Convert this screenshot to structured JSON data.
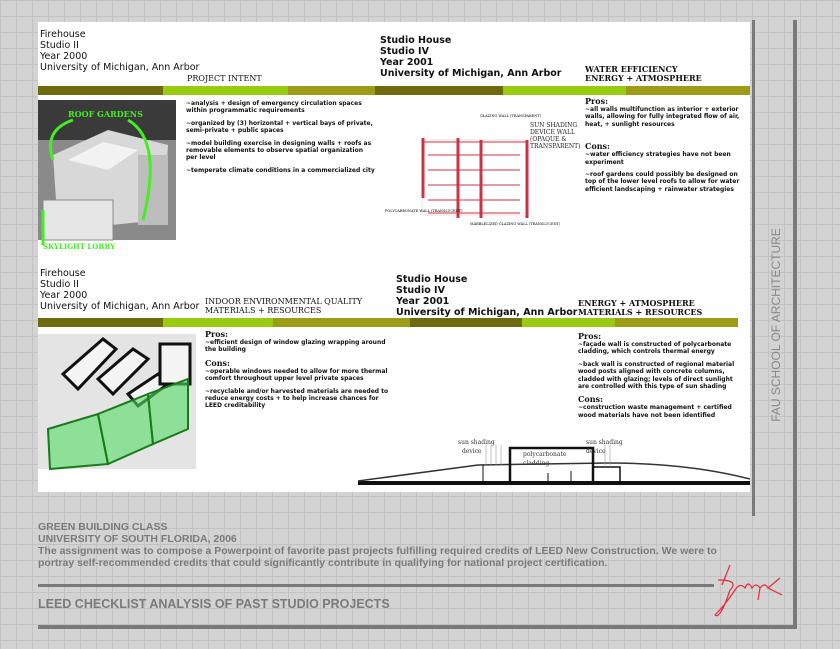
{
  "projects": [
    {
      "name": "Firehouse",
      "studio": "Studio II",
      "year": "Year 2000",
      "school": "University of Michigan, Ann Arbor"
    },
    {
      "name": "Studio House",
      "studio": "Studio IV",
      "year": "Year 2001",
      "school": "University of Michigan, Ann Arbor"
    }
  ],
  "panel1": {
    "heading": "PROJECT INTENT",
    "items": [
      "~analysis + design of emergency circulation spaces within programmatic requirements",
      "~organized by (3) horizontal + vertical bays of private, semi-private + public spaces",
      "~model building exercise in designing walls + roofs as removable elements to observe spatial organization per level",
      "~temperate climate conditions in a commercialized city"
    ],
    "image_labels": {
      "top": "ROOF GARDENS",
      "bottom": "SKYLIGHT LOBBY"
    }
  },
  "panel2": {
    "heading1": "WATER EFFICIENCY",
    "heading2": "ENERGY + ATMOSPHERE",
    "pros_label": "Pros:",
    "pros": "~all walls multifunction as interior + exterior walls, allowing for fully integrated flow of air, heat, + sunlight resources",
    "cons_label": "Cons:",
    "cons": [
      "~water efficiency strategies have not been experiment",
      "~roof gardens could possibly be designed on top of the lower level roofs to allow for water efficient landscaping + rainwater strategies"
    ],
    "sketch_labels": {
      "glazing": "GLAZING WALL (TRANSPARENT)",
      "sun": "SUN SHADING DEVICE WALL (OPAQUE & TRANSPARENT)",
      "poly": "POLYCARBONATE WALL (TRANSLUCENT)",
      "marble": "MARBLELIZED GLAZING WALL (TRANSLUCENT)"
    }
  },
  "panel3": {
    "heading1": "INDOOR ENVIRONMENTAL QUALITY",
    "heading2": "MATERIALS + RESOURCES",
    "pros_label": "Pros:",
    "pros": "~efficient design of window glazing wrapping around the building",
    "cons_label": "Cons:",
    "cons": [
      "~operable windows needed to allow for more thermal comfort throughout upper level private spaces",
      "~recyclable and/or harvested materials are needed to reduce energy costs + to help increase chances for LEED creditability"
    ]
  },
  "panel4": {
    "heading1": "ENERGY + ATMOSPHERE",
    "heading2": "MATERIALS + RESOURCES",
    "pros_label": "Pros:",
    "pros": [
      "~façade wall is constructed of polycarbonate cladding, which controls thermal energy",
      "~back wall is constructed of regional material wood posts aligned with concrete columns, cladded with glazing; levels of direct sunlight are controlled with this type of sun shading"
    ],
    "cons_label": "Cons:",
    "cons": "~construction waste management + certified wood materials have not been identified",
    "section_labels": {
      "sun1a": "sun shading",
      "sun1b": "device",
      "poly_a": "polycarbonate",
      "poly_b": "cladding",
      "sun2a": "sun shading",
      "sun2b": "device"
    }
  },
  "footer": {
    "line1": "GREEN BUILDING CLASS",
    "line2": "UNIVERSITY OF SOUTH FLORIDA, 2006",
    "description": "The assignment was to compose a Powerpoint of favorite past projects fulfilling required credits of LEED New Construction. We were to portray self-recommended credits that could significantly contribute in qualifying for national project certification.",
    "title": "LEED CHECKLIST ANALYSIS OF PAST STUDIO PROJECTS",
    "side_label": "FAU SCHOOL OF ARCHITECTURE",
    "signature": "Siegel"
  },
  "colors": {
    "dark_olive": "#6e6a0e",
    "lime": "#99cc11",
    "olive": "#9e9c16",
    "signature": "#e8283c"
  }
}
